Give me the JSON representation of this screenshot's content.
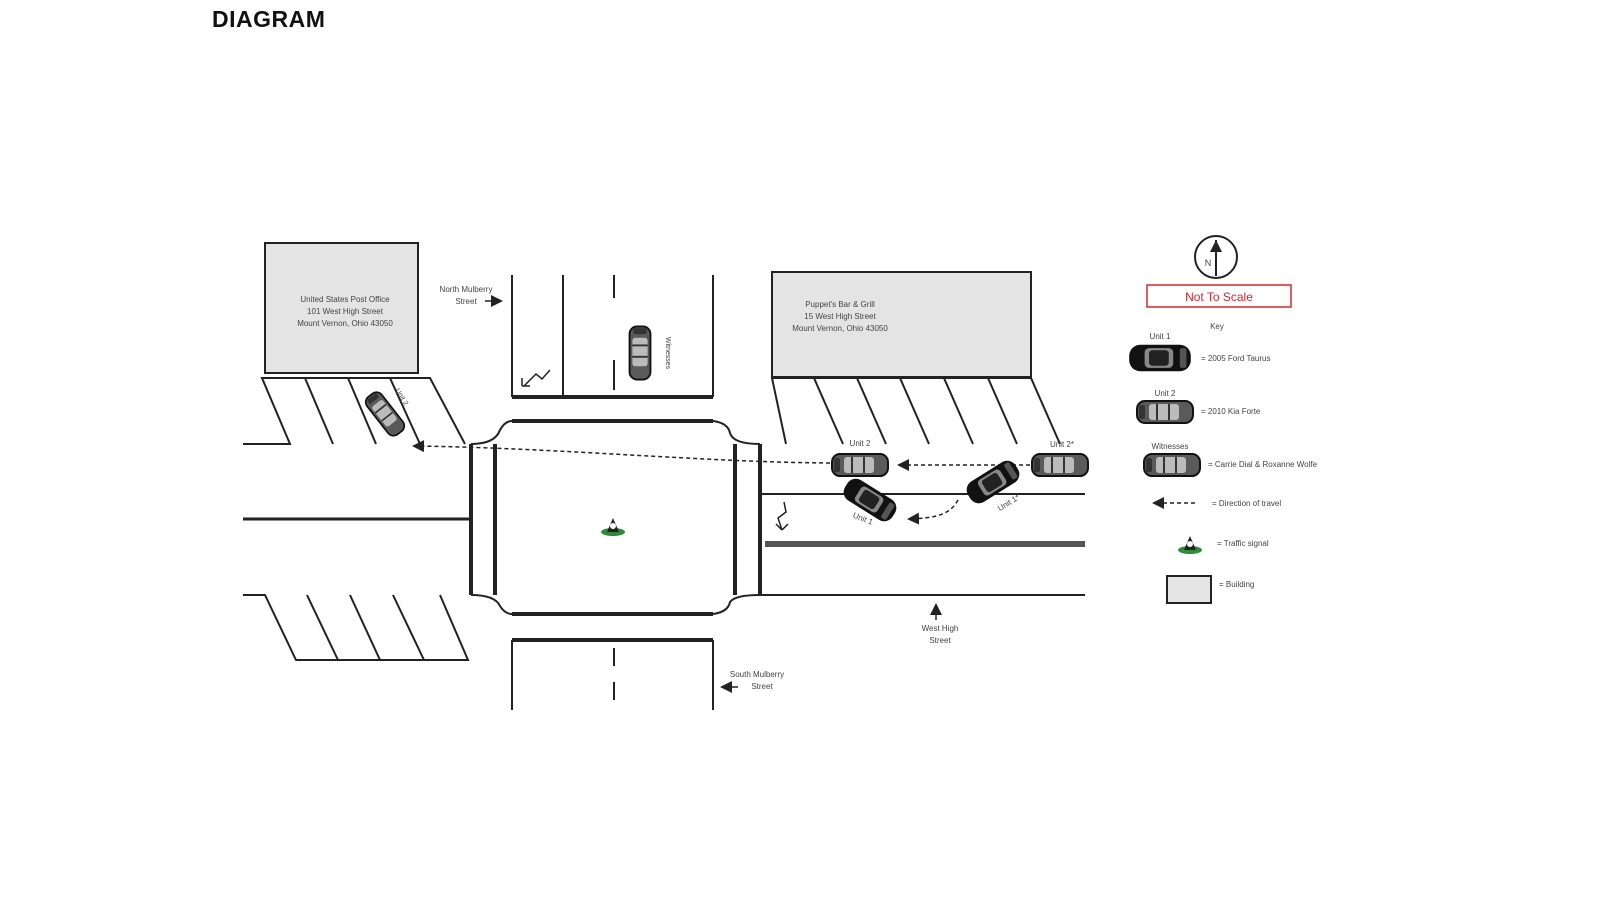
{
  "title": "DIAGRAM",
  "buildings": {
    "post_office": [
      "United States Post Office",
      "101 West High Street",
      "Mount Vernon, Ohio 43050"
    ],
    "puppets": [
      "Puppet's Bar & Grill",
      "15 West High Street",
      "Mount Vernon, Ohio 43050"
    ]
  },
  "streets": {
    "north_mulberry": [
      "North Mulberry",
      "Street"
    ],
    "south_mulberry": [
      "South Mulberry",
      "Street"
    ],
    "west_high": [
      "West High",
      "Street"
    ]
  },
  "units": {
    "unit1": "Unit 1",
    "unit2": "Unit 2",
    "unit2_star": "Unit 2*",
    "unit1_star": "Unit 1*",
    "witnesses": "Witnesses"
  },
  "legend": {
    "not_to_scale": "Not To Scale",
    "key": "Key",
    "unit1_label": "Unit 1",
    "unit1_desc": "= 2005 Ford Taurus",
    "unit2_label": "Unit 2",
    "unit2_desc": "= 2010 Kia Forte",
    "witnesses_label": "Witnesses",
    "witnesses_desc": "= Carrie Dial & Roxanne Wolfe",
    "direction_desc": "= Direction of travel",
    "signal_desc": "= Traffic signal",
    "building_desc": "= Building",
    "north_symbol": "N"
  },
  "colors": {
    "line": "#222222",
    "building_fill": "#e4e4e4",
    "car_dark": "#111111",
    "car_light": "#6a6a6a",
    "signal": "#2e8b3a",
    "scale_red": "#d9262b"
  }
}
